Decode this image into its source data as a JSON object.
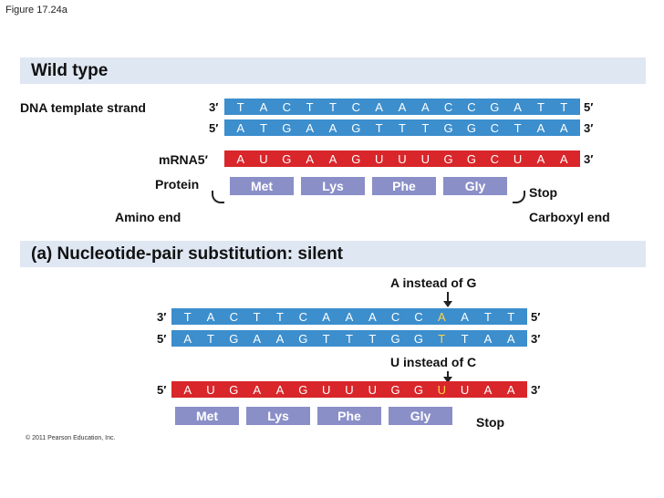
{
  "figure_label": "Figure 17.24a",
  "wild_type": {
    "title": "Wild type",
    "dna_label": "DNA template strand",
    "template": {
      "left_end": "3′",
      "right_end": "5′",
      "bases": [
        "T",
        "A",
        "C",
        "T",
        "T",
        "C",
        "A",
        "A",
        "A",
        "C",
        "C",
        "G",
        "A",
        "T",
        "T"
      ]
    },
    "coding": {
      "left_end": "5′",
      "right_end": "3′",
      "bases": [
        "A",
        "T",
        "G",
        "A",
        "A",
        "G",
        "T",
        "T",
        "T",
        "G",
        "G",
        "C",
        "T",
        "A",
        "A"
      ]
    },
    "mrna_label": "mRNA",
    "mrna": {
      "left_end": "5′",
      "right_end": "3′",
      "bases": [
        "A",
        "U",
        "G",
        "A",
        "A",
        "G",
        "U",
        "U",
        "U",
        "G",
        "G",
        "C",
        "U",
        "A",
        "A"
      ]
    },
    "protein_label": "Protein",
    "amino_acids": [
      "Met",
      "Lys",
      "Phe",
      "Gly"
    ],
    "stop": "Stop",
    "amino_end": "Amino end",
    "carboxyl_end": "Carboxyl end"
  },
  "substitution": {
    "title": "(a) Nucleotide-pair substitution: silent",
    "dna_note": "A instead of G",
    "rna_note": "U instead of C",
    "template": {
      "left_end": "3′",
      "right_end": "5′",
      "bases": [
        "T",
        "A",
        "C",
        "T",
        "T",
        "C",
        "A",
        "A",
        "A",
        "C",
        "C",
        "A",
        "A",
        "T",
        "T"
      ]
    },
    "coding": {
      "left_end": "5′",
      "right_end": "3′",
      "bases": [
        "A",
        "T",
        "G",
        "A",
        "A",
        "G",
        "T",
        "T",
        "T",
        "G",
        "G",
        "T",
        "T",
        "A",
        "A"
      ]
    },
    "mrna": {
      "left_end": "5′",
      "right_end": "3′",
      "bases": [
        "A",
        "U",
        "G",
        "A",
        "A",
        "G",
        "U",
        "U",
        "U",
        "G",
        "G",
        "U",
        "U",
        "A",
        "A"
      ]
    },
    "mutated_index": 11,
    "amino_acids": [
      "Met",
      "Lys",
      "Phe",
      "Gly"
    ],
    "stop": "Stop"
  },
  "copyright": "© 2011 Pearson Education, Inc.",
  "colors": {
    "dna": "#3c8ecd",
    "mrna": "#d9262a",
    "amino_acid": "#8a8fc8",
    "banner": "#dfe7f3",
    "highlight": "#ffd24a"
  }
}
